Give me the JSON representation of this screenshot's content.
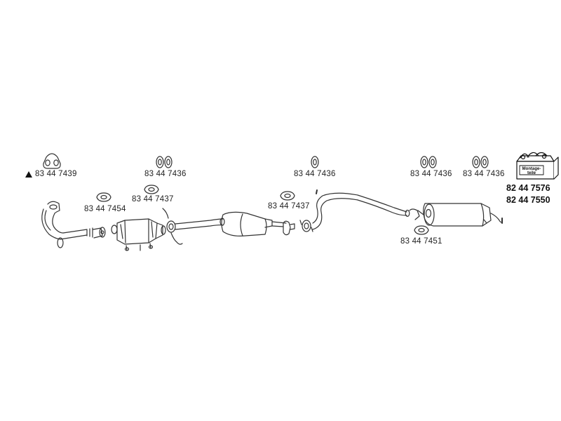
{
  "colors": {
    "line": "#333333",
    "text": "#222222",
    "background": "#ffffff"
  },
  "parts": {
    "p7439": "83 44 7439",
    "p7436_a": "83 44 7436",
    "p7436_b": "83 44 7436",
    "p7436_c": "83 44 7436",
    "p7436_d": "83 44 7436",
    "p7454": "83 44 7454",
    "p7437_a": "83 44 7437",
    "p7437_b": "83 44 7437",
    "p7451": "83 44 7451",
    "p7576": "82 44 7576",
    "p7550": "82 44 7550"
  },
  "kit": {
    "line1": "Montage-",
    "line2": "teile"
  },
  "icons": {
    "warning": "warning-triangle-icon"
  }
}
